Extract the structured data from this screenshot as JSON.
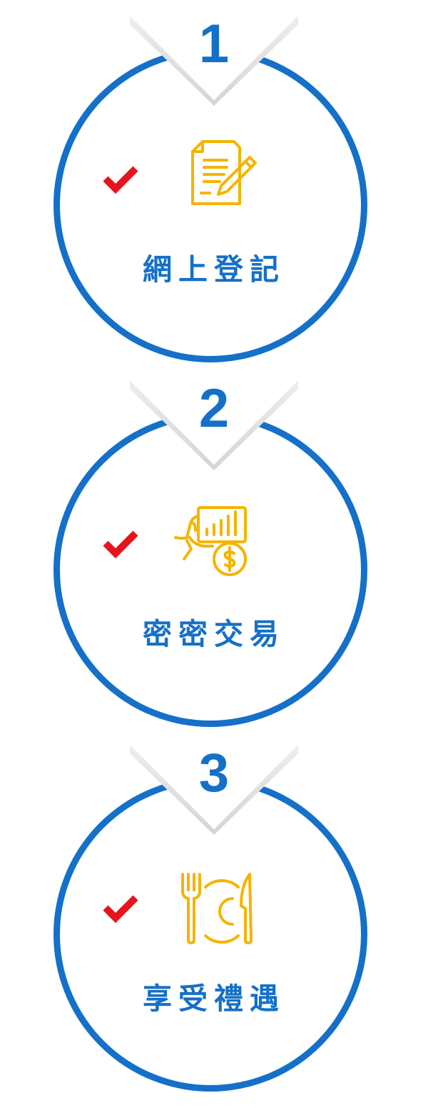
{
  "colors": {
    "ring": "#1470c8",
    "text": "#1470c8",
    "check": "#e6141e",
    "icon": "#f5b400",
    "notch_shadow": "#d9d9d9"
  },
  "steps": [
    {
      "number": "1",
      "label": "網上登記",
      "icon": "document-pencil-icon",
      "check_icon": "checkmark-icon"
    },
    {
      "number": "2",
      "label": "密密交易",
      "icon": "hand-chart-coin-icon",
      "check_icon": "checkmark-icon"
    },
    {
      "number": "3",
      "label": "享受禮遇",
      "icon": "fork-plate-knife-icon",
      "check_icon": "checkmark-icon"
    }
  ]
}
